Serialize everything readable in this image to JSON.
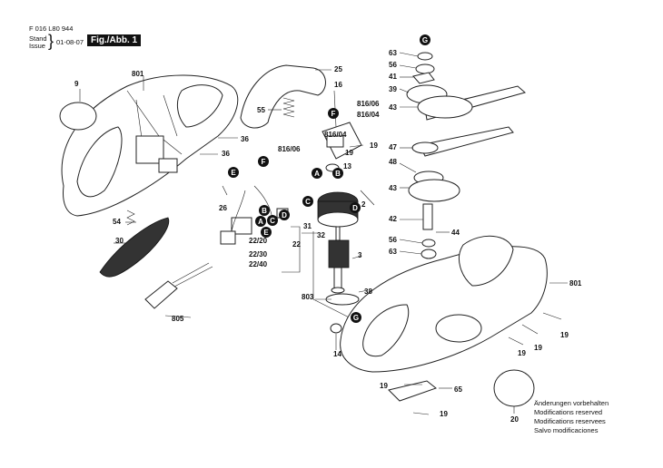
{
  "header": {
    "doc_number": "F 016 L80 944",
    "stand_label": "Stand",
    "issue_label": "Issue",
    "date": "01-08-07",
    "figure_label": "Fig./Abb. 1"
  },
  "part_labels": [
    "801",
    "9",
    "25",
    "16",
    "55",
    "816/06",
    "816/04",
    "816/04",
    "816/06",
    "36",
    "36",
    "19",
    "19",
    "13",
    "2",
    "26",
    "31",
    "32",
    "3",
    "22/20",
    "22/30",
    "22/40",
    "22",
    "54",
    "30",
    "803",
    "38",
    "805",
    "14",
    "63",
    "56",
    "41",
    "39",
    "43",
    "47",
    "48",
    "43",
    "42",
    "44",
    "56",
    "63",
    "801",
    "19",
    "19",
    "19",
    "19",
    "65",
    "19",
    "20"
  ],
  "callouts": [
    "G",
    "F",
    "F",
    "E",
    "D",
    "A",
    "B",
    "C",
    "D",
    "A",
    "B",
    "C",
    "E",
    "G"
  ],
  "notes": [
    "Änderungen vorbehalten",
    "Modifications reserved",
    "Modifications reservees",
    "Salvo modificaciones"
  ]
}
